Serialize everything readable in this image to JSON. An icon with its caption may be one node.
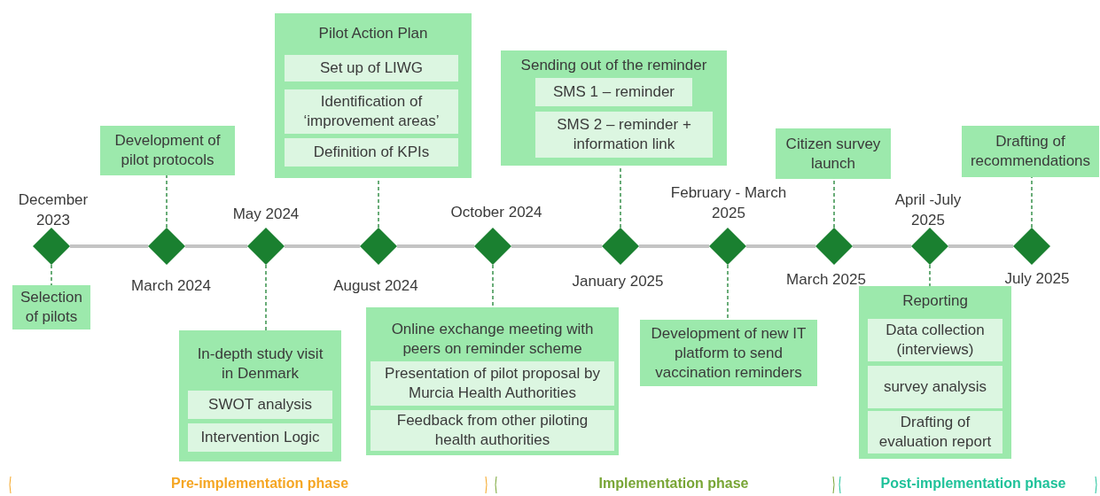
{
  "diagram": {
    "nodes": [
      {
        "text": [],
        "shape": "diamond",
        "beside": [
          "December 2023"
        ]
      },
      {
        "text": [
          "Selection of pilots"
        ]
      },
      {
        "text": [],
        "shape": "diamond",
        "beside": [
          "March 2024"
        ]
      },
      {
        "text": [
          "Development of pilot protocols"
        ]
      },
      {
        "text": [],
        "shape": "diamond",
        "beside": [
          "May 2024"
        ]
      },
      {
        "text": [
          "In-depth study visit in Denmark"
        ]
      },
      {
        "text": [
          "SWOT analysis"
        ],
        "in": 5
      },
      {
        "text": [
          "Intervention Logic"
        ],
        "in": 5
      },
      {
        "text": [],
        "shape": "diamond",
        "beside": [
          "August 2024"
        ]
      },
      {
        "text": [
          "Pilot Action Plan"
        ]
      },
      {
        "text": [
          "Set up of LIWG"
        ],
        "in": 9
      },
      {
        "text": [
          "Identification of ‘improvement areas’"
        ],
        "in": 9
      },
      {
        "text": [
          "Definition of KPIs"
        ],
        "in": 9
      },
      {
        "text": [],
        "shape": "diamond",
        "beside": [
          "October 2024"
        ]
      },
      {
        "text": [
          "Online exchange meeting with peers on reminder scheme"
        ]
      },
      {
        "text": [
          "Presentation of pilot proposal by Murcia Health Authorities"
        ],
        "in": 14
      },
      {
        "text": [
          "Feedback from other piloting health authorities"
        ],
        "in": 14
      },
      {
        "text": [],
        "shape": "diamond",
        "beside": [
          "January 2025"
        ]
      },
      {
        "text": [
          "Sending out of the reminder"
        ]
      },
      {
        "text": [
          "SMS 1 – reminder"
        ],
        "in": 18
      },
      {
        "text": [
          "SMS 2 – reminder + information link"
        ],
        "in": 18
      },
      {
        "text": [],
        "shape": "diamond",
        "beside": [
          "February - March 2025"
        ]
      },
      {
        "text": [
          "Development of new IT platform to send vaccination reminders"
        ]
      },
      {
        "text": [],
        "shape": "diamond",
        "beside": [
          "March 2025"
        ]
      },
      {
        "text": [
          "Citizen survey launch"
        ]
      },
      {
        "text": [],
        "shape": "diamond",
        "beside": [
          "April -July 2025"
        ]
      },
      {
        "text": [
          "Reporting"
        ]
      },
      {
        "text": [
          "Data collection (interviews)"
        ],
        "in": 26
      },
      {
        "text": [
          "survey analysis"
        ],
        "in": 26
      },
      {
        "text": [
          "Drafting of evaluation report"
        ],
        "in": 26
      },
      {
        "text": [],
        "shape": "diamond",
        "beside": [
          "July 2025"
        ]
      },
      {
        "text": [
          "Drafting of recommendations"
        ]
      }
    ],
    "edges": [
      {
        "from": 0,
        "to": 2,
        "arrow": "none",
        "style": "thick",
        "color": "#c4c4c4"
      },
      {
        "from": 2,
        "to": 4,
        "arrow": "none",
        "style": "thick",
        "color": "#c4c4c4"
      },
      {
        "from": 4,
        "to": 8,
        "arrow": "none",
        "style": "thick",
        "color": "#c4c4c4"
      },
      {
        "from": 8,
        "to": 13,
        "arrow": "none",
        "style": "thick",
        "color": "#c4c4c4"
      },
      {
        "from": 13,
        "to": 17,
        "arrow": "none",
        "style": "thick",
        "color": "#c4c4c4"
      },
      {
        "from": 17,
        "to": 21,
        "arrow": "none",
        "style": "thick",
        "color": "#c4c4c4"
      },
      {
        "from": 21,
        "to": 23,
        "arrow": "none",
        "style": "thick",
        "color": "#c4c4c4"
      },
      {
        "from": 23,
        "to": 25,
        "arrow": "none",
        "style": "thick",
        "color": "#c4c4c4"
      },
      {
        "from": 25,
        "to": 30,
        "arrow": "none",
        "style": "thick",
        "color": "#c4c4c4"
      },
      {
        "from": 0,
        "to": 1,
        "arrow": "none",
        "style": "dashed"
      },
      {
        "from": 2,
        "to": 3,
        "arrow": "none",
        "style": "dashed"
      },
      {
        "from": 4,
        "to": 5,
        "arrow": "none",
        "style": "dashed"
      },
      {
        "from": 8,
        "to": 9,
        "arrow": "none",
        "style": "dashed"
      },
      {
        "from": 13,
        "to": 14,
        "arrow": "none",
        "style": "dashed"
      },
      {
        "from": 17,
        "to": 18,
        "arrow": "none",
        "style": "dashed"
      },
      {
        "from": 21,
        "to": 22,
        "arrow": "none",
        "style": "dashed"
      },
      {
        "from": 23,
        "to": 24,
        "arrow": "none",
        "style": "dashed"
      },
      {
        "from": 25,
        "to": 26,
        "arrow": "none",
        "style": "dashed"
      },
      {
        "from": 30,
        "to": 31,
        "arrow": "none",
        "style": "dashed"
      }
    ],
    "labels": [
      "Pre-implementation phase",
      "Implementation phase",
      "Post-implementation phase"
    ]
  }
}
